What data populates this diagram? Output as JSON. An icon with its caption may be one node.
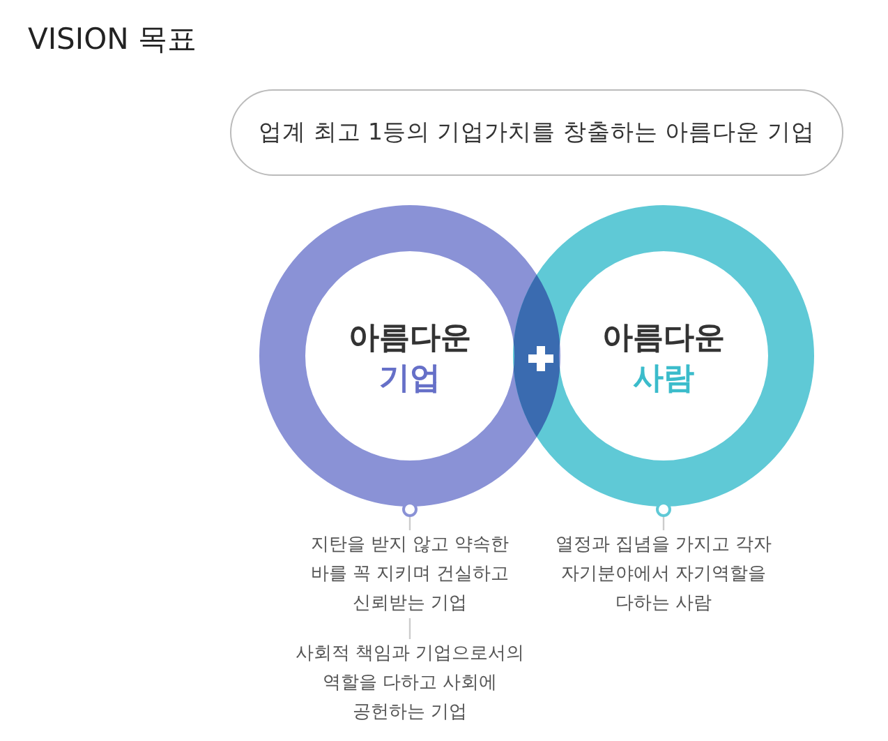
{
  "diagram": {
    "title": "VISION 목표",
    "nodes": [
      {
        "text": [
          "업계 최고 1등의 기업가치를 창출하는 아름다운 기업"
        ]
      },
      {
        "text": [
          "아름다운",
          "기업"
        ]
      },
      {
        "text": [
          "아름다운",
          "사람"
        ]
      },
      {
        "text": [
          "지탄을 받지 않고 약속한 바를 꼭 지키며 건실하고 신뢰받는 기업"
        ]
      },
      {
        "text": [
          "사회적 책임과 기업으로서의 역할을 다하고 사회에 공헌하는 기업"
        ]
      },
      {
        "text": [
          "열정과 집념을 가지고 각자 자기분야에서 자기역할을 다하는 사람"
        ]
      }
    ],
    "edges": [
      {
        "from": 1,
        "to": 3,
        "arrow": "other"
      },
      {
        "from": 3,
        "to": 4,
        "arrow": "none"
      },
      {
        "from": 2,
        "to": 5,
        "arrow": "other"
      }
    ]
  }
}
